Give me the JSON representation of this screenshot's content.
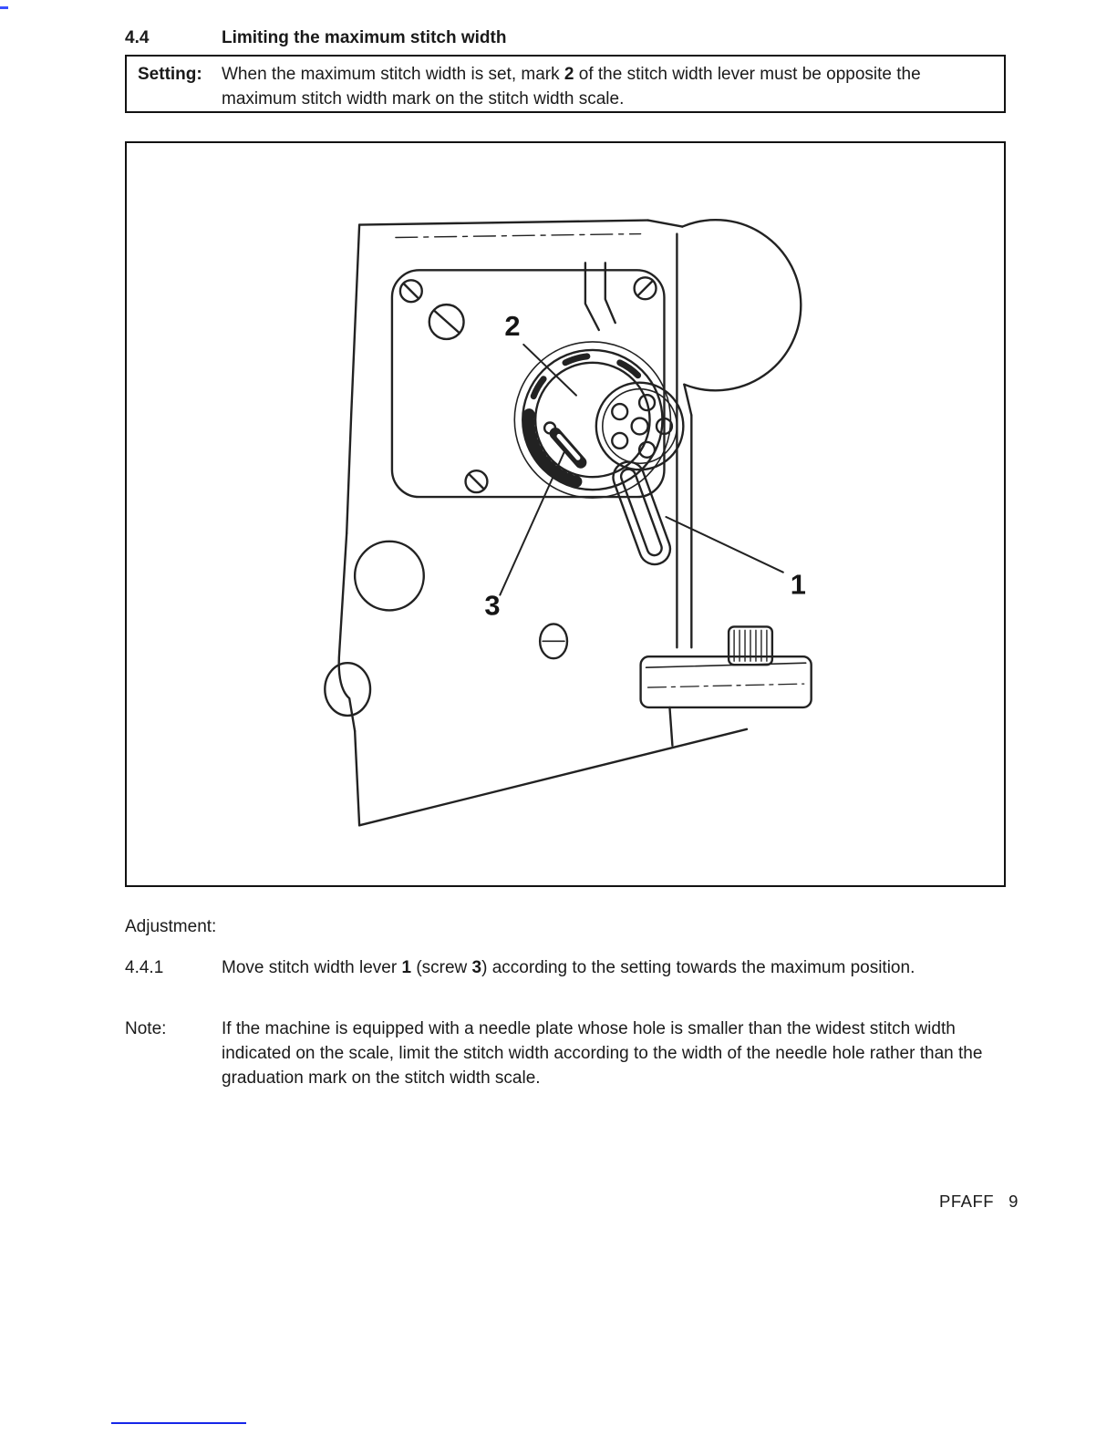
{
  "document": {
    "section": {
      "number": "4.4",
      "title": "Limiting the maximum stitch width"
    },
    "setting_box": {
      "label": "Setting:",
      "segments": [
        {
          "text": "When the maximum stitch width is set, mark "
        },
        {
          "text": "2"
        },
        {
          "text": " of the stitch width lever must be opposite the maximum stitch width mark on the stitch width scale."
        }
      ]
    },
    "figure": {
      "callouts": [
        {
          "label": "2"
        },
        {
          "label": "1"
        },
        {
          "label": "3"
        }
      ]
    },
    "adjustment": {
      "heading": "Adjustment:",
      "step_number": "4.4.1",
      "segments": [
        {
          "text": "Move stitch width lever "
        },
        {
          "text": "1"
        },
        {
          "text": " (screw "
        },
        {
          "text": "3"
        },
        {
          "text": ") according to the setting towards the maximum position."
        }
      ]
    },
    "note": {
      "label": "Note:",
      "text": "If the machine is equipped with a needle plate whose hole is smaller than the widest stitch width indicated on the scale, limit the stitch width according to the width of the needle hole rather than the graduation mark on the stitch width scale."
    },
    "footer": {
      "brand": "PFAFF",
      "page_number": "9"
    }
  }
}
